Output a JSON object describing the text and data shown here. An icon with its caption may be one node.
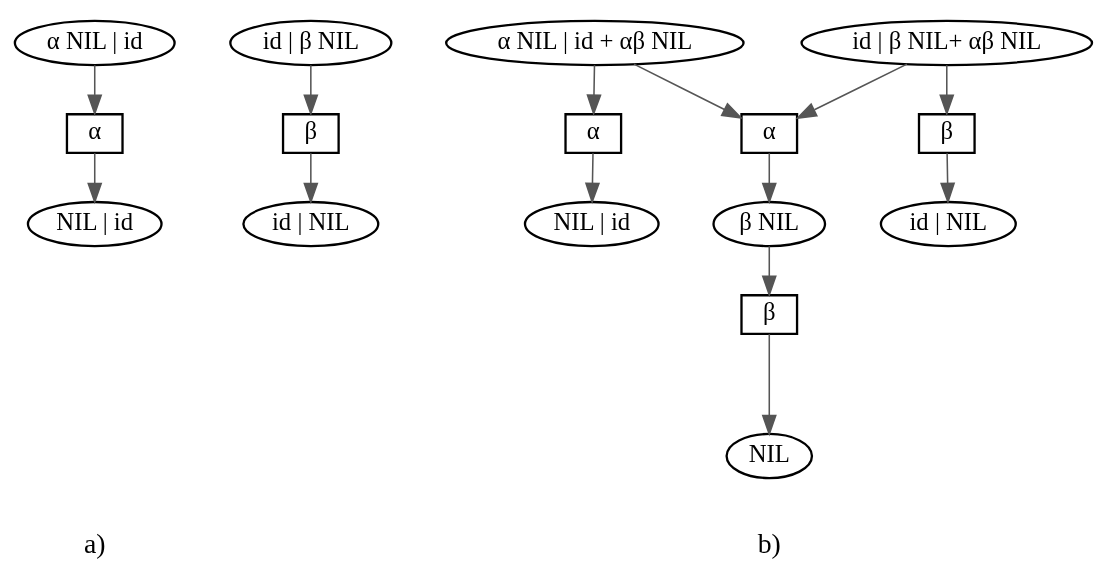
{
  "diagram": {
    "nodes": [
      {
        "text": [
          "α NIL | id"
        ]
      },
      {
        "text": [
          "α"
        ]
      },
      {
        "text": [
          "NIL | id"
        ]
      },
      {
        "text": [
          "id | β NIL"
        ]
      },
      {
        "text": [
          "β"
        ]
      },
      {
        "text": [
          "id | NIL"
        ]
      },
      {
        "text": [
          "α NIL | id + αβ NIL"
        ]
      },
      {
        "text": [
          "id | β NIL+ αβ NIL"
        ]
      },
      {
        "text": [
          "α"
        ]
      },
      {
        "text": [
          "α"
        ]
      },
      {
        "text": [
          "β"
        ]
      },
      {
        "text": [
          "NIL | id"
        ]
      },
      {
        "text": [
          "β NIL"
        ]
      },
      {
        "text": [
          "id | NIL"
        ]
      },
      {
        "text": [
          "β"
        ]
      },
      {
        "text": [
          "NIL"
        ]
      }
    ],
    "edges": [
      {
        "from": 0,
        "to": 1,
        "arrow": "to"
      },
      {
        "from": 1,
        "to": 2,
        "arrow": "to"
      },
      {
        "from": 3,
        "to": 4,
        "arrow": "to"
      },
      {
        "from": 4,
        "to": 5,
        "arrow": "to"
      },
      {
        "from": 6,
        "to": 8,
        "arrow": "to"
      },
      {
        "from": 6,
        "to": 9,
        "arrow": "to"
      },
      {
        "from": 7,
        "to": 9,
        "arrow": "to"
      },
      {
        "from": 7,
        "to": 10,
        "arrow": "to"
      },
      {
        "from": 8,
        "to": 11,
        "arrow": "to"
      },
      {
        "from": 9,
        "to": 12,
        "arrow": "to"
      },
      {
        "from": 10,
        "to": 13,
        "arrow": "to"
      },
      {
        "from": 12,
        "to": 14,
        "arrow": "to"
      },
      {
        "from": 14,
        "to": 15,
        "arrow": "to"
      }
    ],
    "labels": [
      "a)",
      "b)"
    ]
  }
}
